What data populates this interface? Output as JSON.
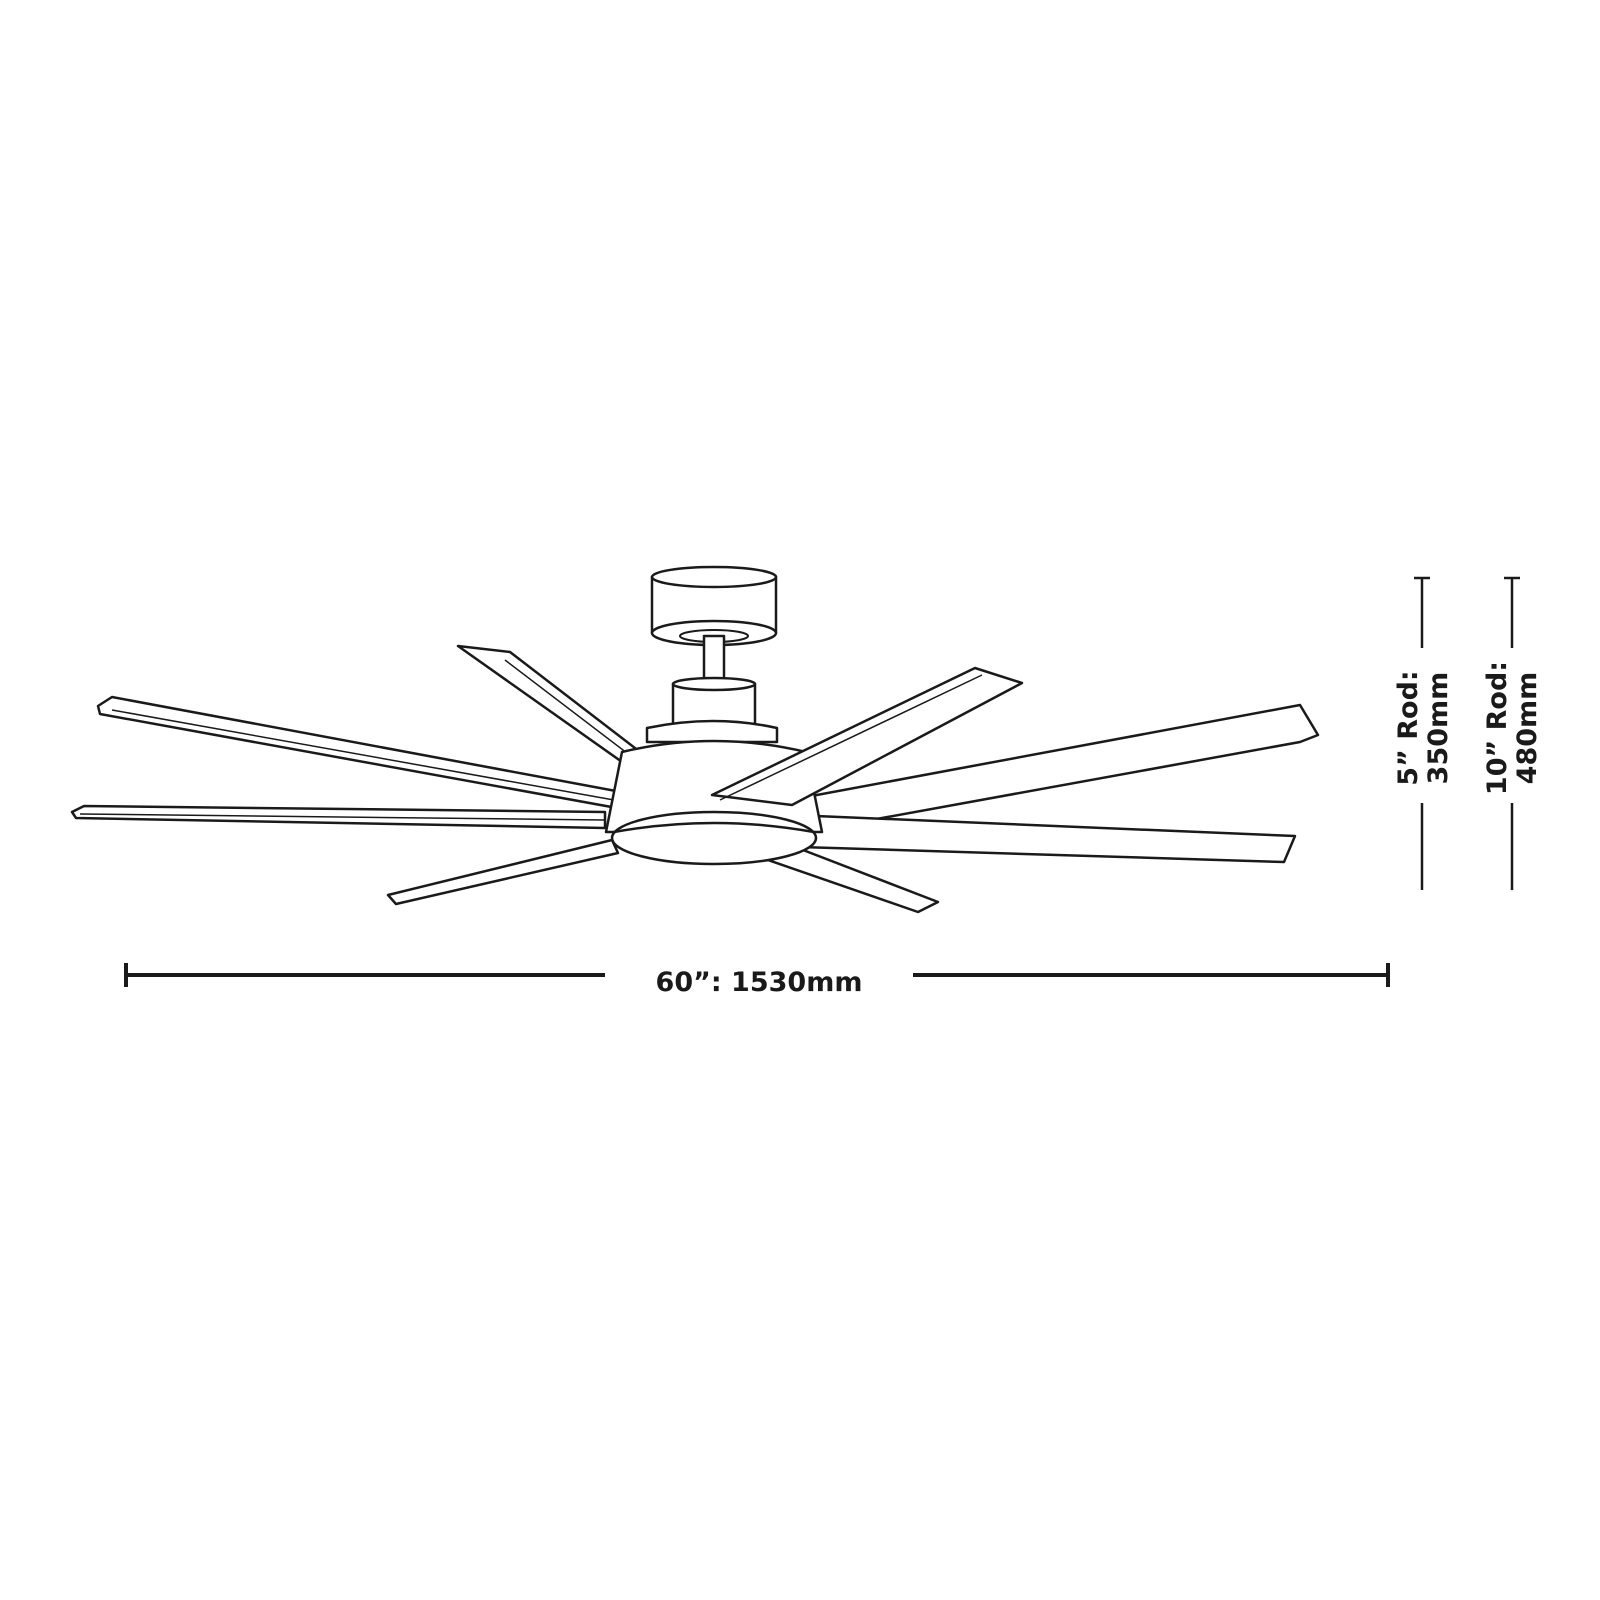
{
  "diagram": {
    "subject": "ceiling-fan",
    "blade_count": 8,
    "stroke_color": "#1a1a1a",
    "width_label": "60”: 1530mm",
    "rod_5": {
      "line1": "5” Rod:",
      "line2": "350mm"
    },
    "rod_10": {
      "line1": "10” Rod:",
      "line2": "480mm"
    }
  }
}
